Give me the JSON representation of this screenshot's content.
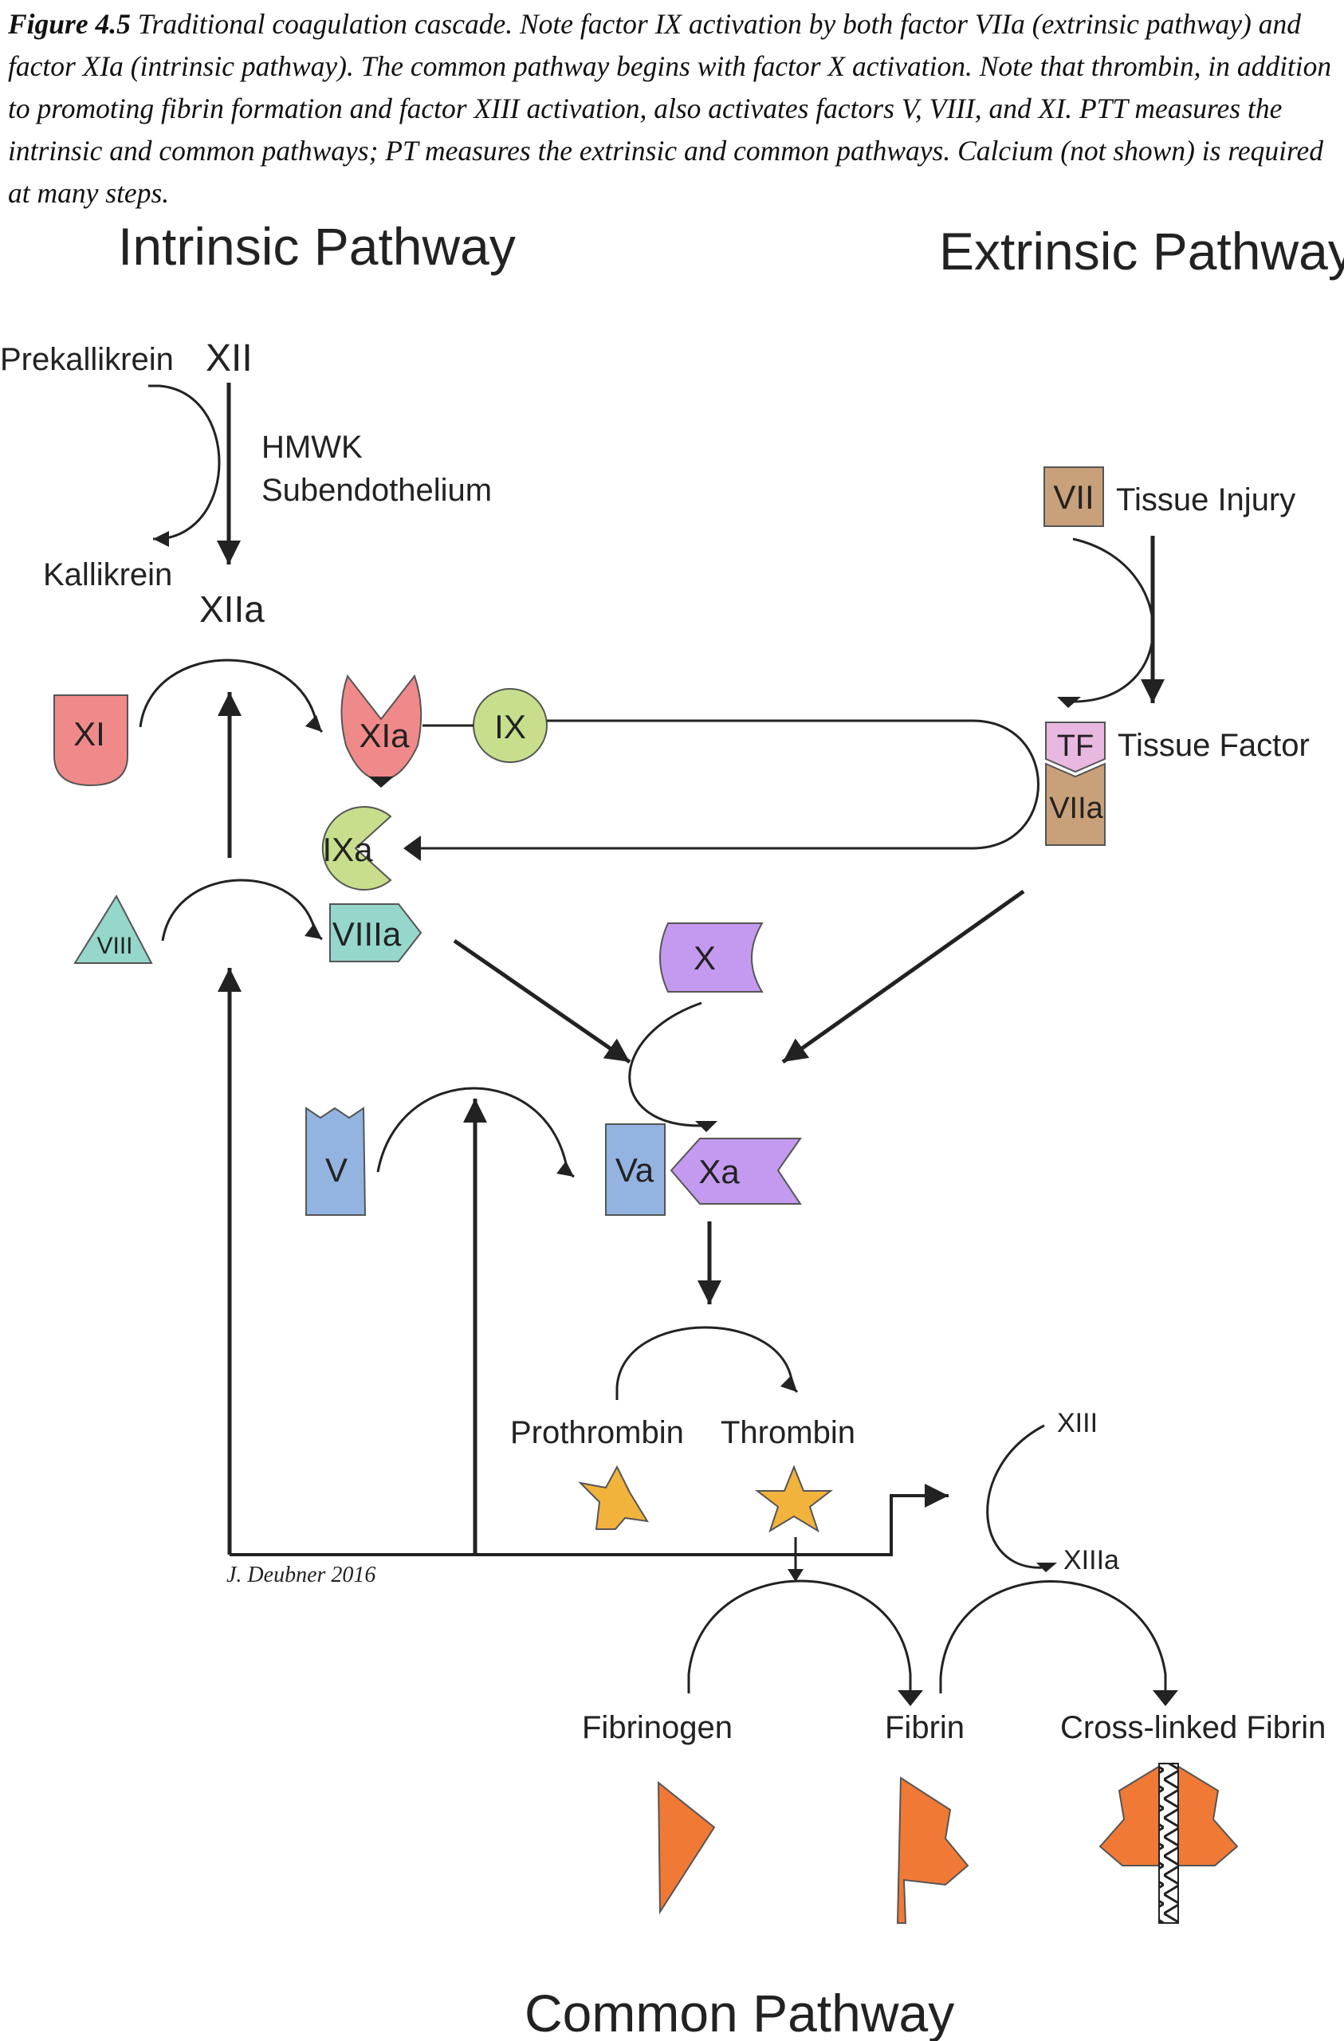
{
  "caption": {
    "bold": "Figure 4.5",
    "text": " Traditional coagulation cascade. Note factor IX activation by both factor VIIa (extrinsic pathway) and factor XIa (intrinsic pathway). The common pathway begins with factor X activation. Note that thrombin, in addition to promoting fibrin formation and factor XIII activation, also activates factors V, VIII, and XI. PTT measures the intrinsic and common pathways; PT measures the extrinsic and common pathways. Calcium (not shown) is required at many steps."
  },
  "titles": {
    "intrinsic": "Intrinsic Pathway",
    "extrinsic": "Extrinsic Pathway",
    "common": "Common Pathway"
  },
  "labels": {
    "prekallikrein": "Prekallikrein",
    "xii": "XII",
    "hmwk": "HMWK",
    "subendothelium": "Subendothelium",
    "kallikrein": "Kallikrein",
    "xiia": "XIIa",
    "xi": "XI",
    "xia": "XIa",
    "ix": "IX",
    "ixa": "IXa",
    "viii": "VIII",
    "viiia": "VIIIa",
    "vii": "VII",
    "tissue_injury": "Tissue Injury",
    "tf": "TF",
    "tissue_factor": "Tissue Factor",
    "viia": "VIIa",
    "x": "X",
    "v": "V",
    "va": "Va",
    "xa": "Xa",
    "prothrombin": "Prothrombin",
    "thrombin": "Thrombin",
    "xiii": "XIII",
    "xiiia": "XIIIa",
    "fibrinogen": "Fibrinogen",
    "fibrin": "Fibrin",
    "cross_linked_fibrin": "Cross-linked Fibrin",
    "signature": "J. Deubner 2016"
  },
  "colors": {
    "factor_xi": "#f08a8a",
    "factor_ix": "#c7df8c",
    "factor_viii": "#95d7cb",
    "factor_vii": "#c8a07a",
    "tissue_factor": "#e8b8e0",
    "factor_x": "#c49af0",
    "factor_v": "#93b4e0",
    "thrombin": "#f2b33d",
    "fibrin": "#f07a35"
  }
}
